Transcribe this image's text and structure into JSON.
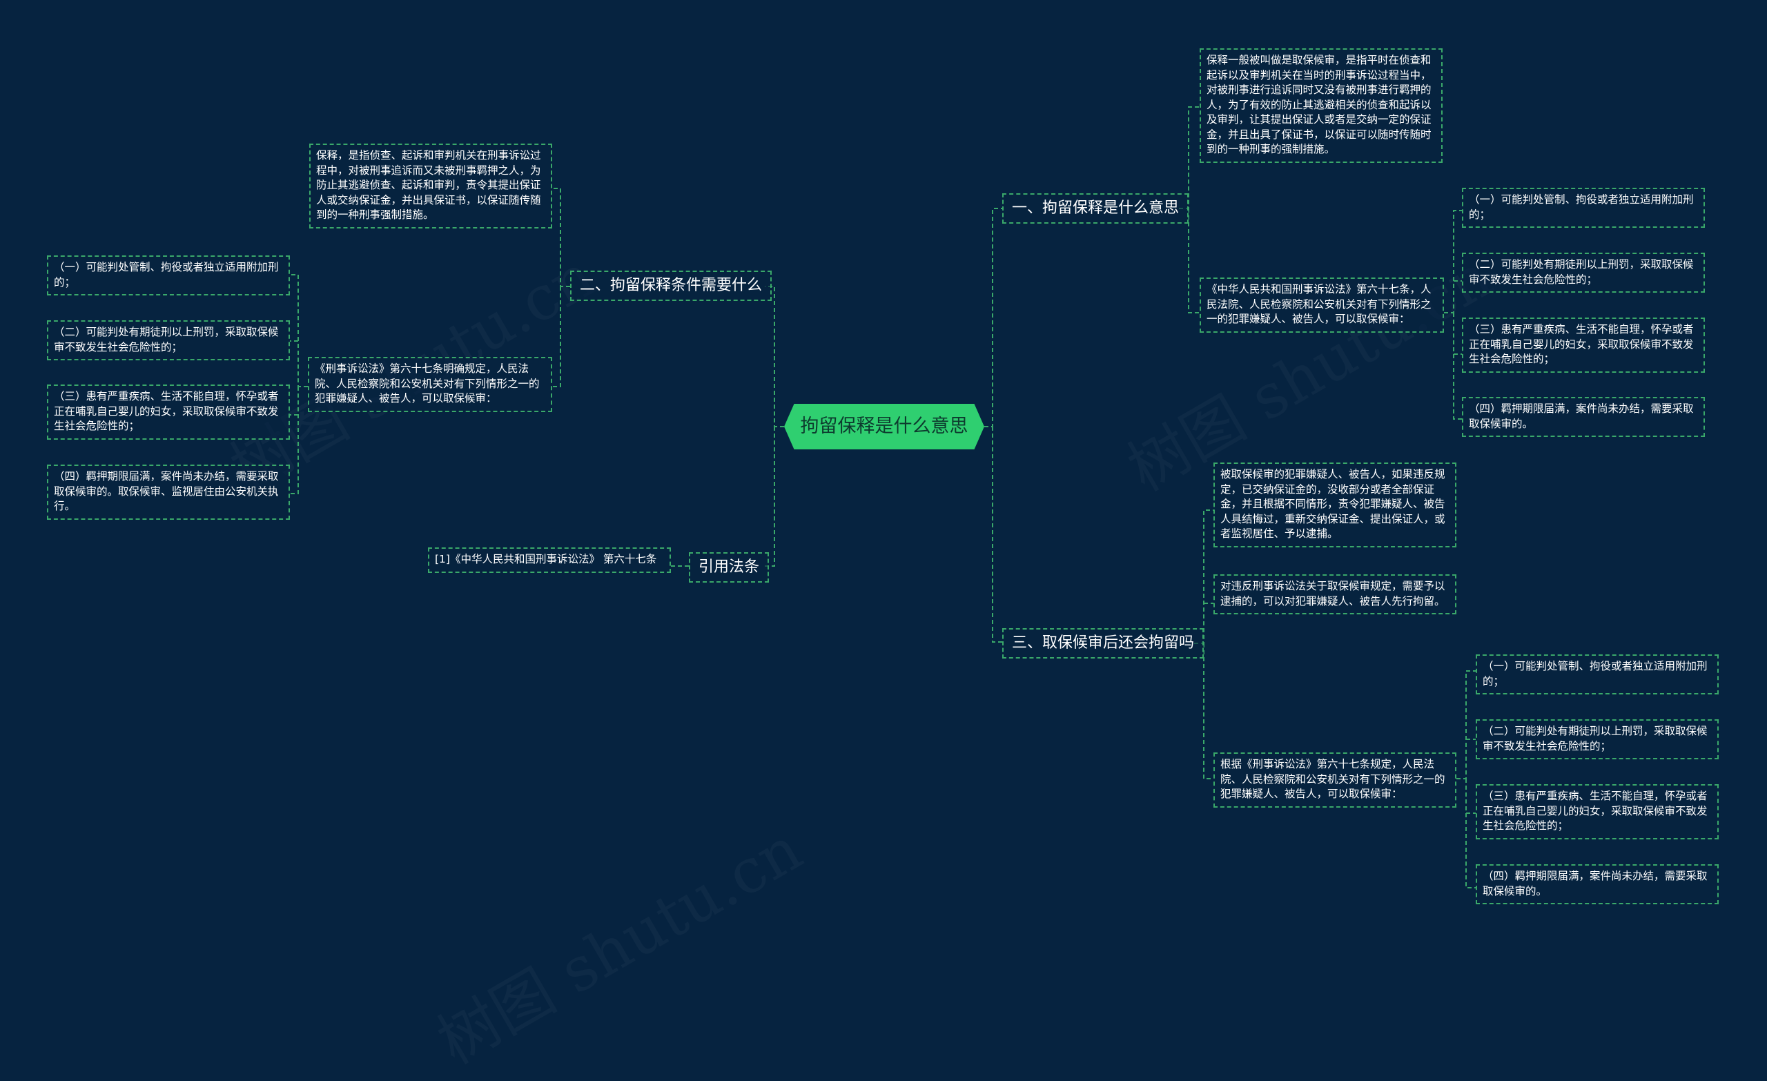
{
  "root": {
    "label": "拘留保释是什么意思"
  },
  "watermark": "树图 shutu.cn",
  "colors": {
    "background": "#062340",
    "root": "#2fcf70",
    "connector": "#3aa86a",
    "text": "#ffffff"
  },
  "branch1": {
    "label": "一、拘留保释是什么意思",
    "definition": "保释一般被叫做是取保候审，是指平时在侦查和起诉以及审判机关在当时的刑事诉讼过程当中，对被刑事进行追诉同时又没有被刑事进行羁押的人，为了有效的防止其逃避相关的侦查和起诉以及审判，让其提出保证人或者是交纳一定的保证金，并且出具了保证书，以保证可以随时传随时到的一种刑事的强制措施。",
    "law": "《中华人民共和国刑事诉讼法》第六十七条，人民法院、人民检察院和公安机关对有下列情形之一的犯罪嫌疑人、被告人，可以取保候审：",
    "items": [
      "（一）可能判处管制、拘役或者独立适用附加刑的；",
      "（二）可能判处有期徒刑以上刑罚，采取取保候审不致发生社会危险性的；",
      "（三）患有严重疾病、生活不能自理，怀孕或者正在哺乳自己婴儿的妇女，采取取保候审不致发生社会危险性的；",
      "（四）羁押期限届满，案件尚未办结，需要采取取保候审的。"
    ]
  },
  "branch2": {
    "label": "二、拘留保释条件需要什么",
    "definition": "保释，是指侦查、起诉和审判机关在刑事诉讼过程中，对被刑事追诉而又未被刑事羁押之人，为防止其逃避侦查、起诉和审判，责令其提出保证人或交纳保证金，并出具保证书，以保证随传随到的一种刑事强制措施。",
    "law": "《刑事诉讼法》第六十七条明确规定，人民法院、人民检察院和公安机关对有下列情形之一的犯罪嫌疑人、被告人，可以取保候审：",
    "items": [
      "（一）可能判处管制、拘役或者独立适用附加刑的；",
      "（二）可能判处有期徒刑以上刑罚，采取取保候审不致发生社会危险性的；",
      "（三）患有严重疾病、生活不能自理，怀孕或者正在哺乳自己婴儿的妇女，采取取保候审不致发生社会危险性的；",
      "（四）羁押期限届满，案件尚未办结，需要采取取保候审的。取保候审、监视居住由公安机关执行。"
    ]
  },
  "branch3": {
    "label": "三、取保候审后还会拘留吗",
    "violation": "被取保候审的犯罪嫌疑人、被告人，如果违反规定，已交纳保证金的，没收部分或者全部保证金，并且根据不同情形，责令犯罪嫌疑人、被告人具结悔过，重新交纳保证金、提出保证人，或者监视居住、予以逮捕。",
    "arrest": "对违反刑事诉讼法关于取保候审规定，需要予以逮捕的，可以对犯罪嫌疑人、被告人先行拘留。",
    "law": "根据《刑事诉讼法》第六十七条规定，人民法院、人民检察院和公安机关对有下列情形之一的犯罪嫌疑人、被告人，可以取保候审：",
    "items": [
      "（一）可能判处管制、拘役或者独立适用附加刑的；",
      "（二）可能判处有期徒刑以上刑罚，采取取保候审不致发生社会危险性的；",
      "（三）患有严重疾病、生活不能自理，怀孕或者正在哺乳自己婴儿的妇女，采取取保候审不致发生社会危险性的；",
      "（四）羁押期限届满，案件尚未办结，需要采取取保候审的。"
    ]
  },
  "branch4": {
    "label": "引用法条",
    "citation": "[1]《中华人民共和国刑事诉讼法》 第六十七条"
  }
}
